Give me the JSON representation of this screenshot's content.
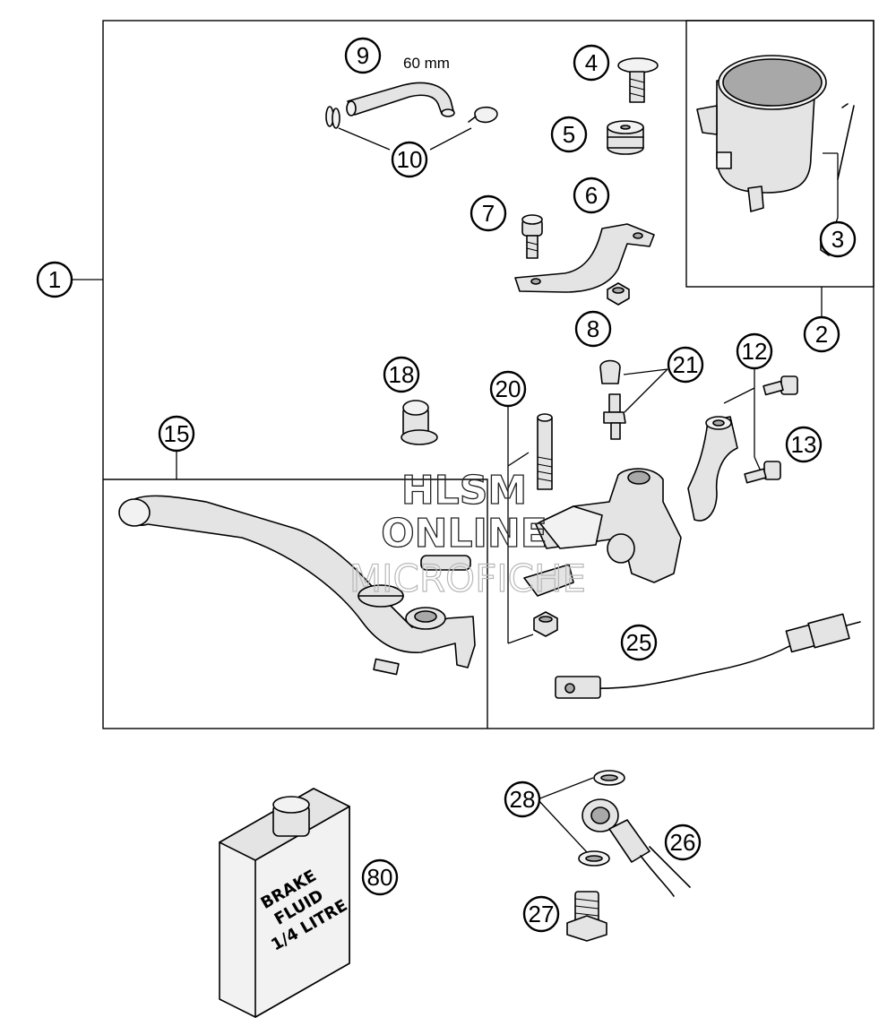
{
  "diagram": {
    "dimension_label": "60 mm",
    "fluid_container_label": [
      "BRAKE",
      "FLUID",
      "1/4 LITRE"
    ],
    "watermark": [
      "HLSM",
      "ONLINE",
      "MICROFICHE"
    ],
    "callouts": [
      {
        "id": "c1",
        "label": "1"
      },
      {
        "id": "c2",
        "label": "2"
      },
      {
        "id": "c3",
        "label": "3"
      },
      {
        "id": "c4",
        "label": "4"
      },
      {
        "id": "c5",
        "label": "5"
      },
      {
        "id": "c6",
        "label": "6"
      },
      {
        "id": "c7",
        "label": "7"
      },
      {
        "id": "c8",
        "label": "8"
      },
      {
        "id": "c9",
        "label": "9"
      },
      {
        "id": "c10",
        "label": "10"
      },
      {
        "id": "c12",
        "label": "12"
      },
      {
        "id": "c13",
        "label": "13"
      },
      {
        "id": "c15",
        "label": "15"
      },
      {
        "id": "c18",
        "label": "18"
      },
      {
        "id": "c20",
        "label": "20"
      },
      {
        "id": "c21",
        "label": "21"
      },
      {
        "id": "c25",
        "label": "25"
      },
      {
        "id": "c26",
        "label": "26"
      },
      {
        "id": "c27",
        "label": "27"
      },
      {
        "id": "c28",
        "label": "28"
      },
      {
        "id": "c80",
        "label": "80"
      }
    ]
  }
}
